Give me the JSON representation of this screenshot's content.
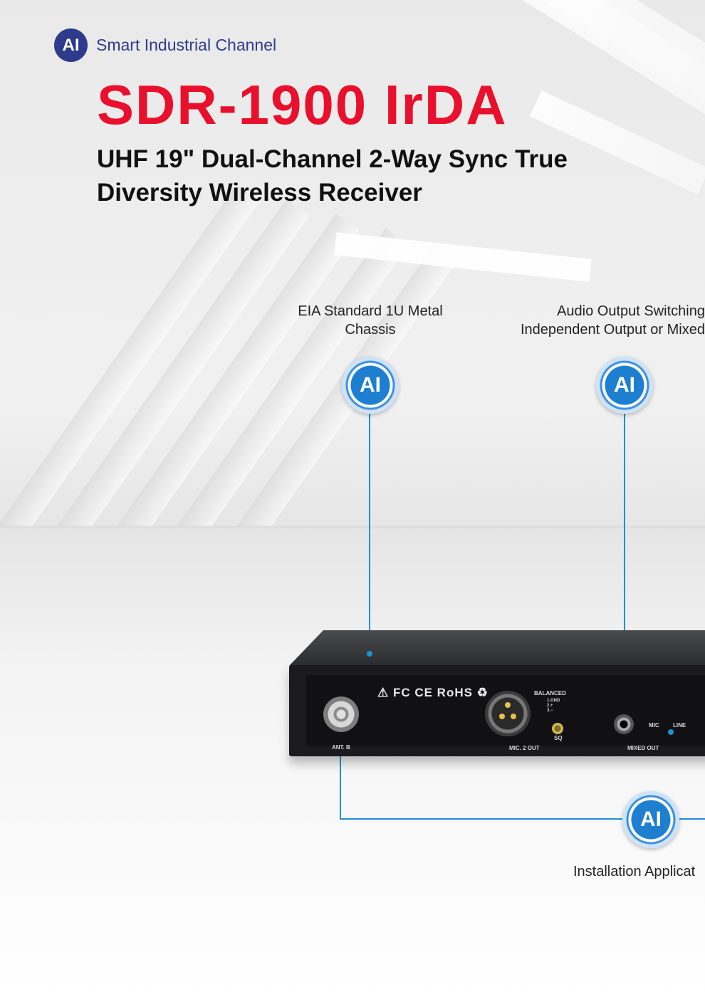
{
  "brand": {
    "badge": "AI",
    "channel": "Smart Industrial Channel"
  },
  "product": {
    "title": "SDR-1900 IrDA",
    "subtitle": "UHF 19\" Dual-Channel 2-Way Sync True Diversity Wireless Receiver"
  },
  "callouts": [
    {
      "badge": "AI",
      "label_lines": [
        "EIA Standard 1U Metal",
        "Chassis"
      ]
    },
    {
      "badge": "AI",
      "label_lines": [
        "Audio Output Switching",
        "Independent Output or Mixed"
      ]
    },
    {
      "badge": "AI",
      "label_lines": [
        "Installation Applicat"
      ]
    }
  ],
  "device": {
    "certifications": "⚠ FC CE RoHS ♻",
    "ant_label": "ANT. B",
    "balanced": "BALANCED",
    "pinout": [
      "1.GND",
      "2.+",
      "3.−"
    ],
    "sq_label": "SQ",
    "mic2_out": "MIC. 2 OUT",
    "mixed_out": "MIXED OUT",
    "mic_label": "MIC",
    "line_label": "LINE"
  },
  "colors": {
    "title": "#e8102d",
    "brand": "#2e3b8c",
    "connector_line": "#1e90d8"
  }
}
